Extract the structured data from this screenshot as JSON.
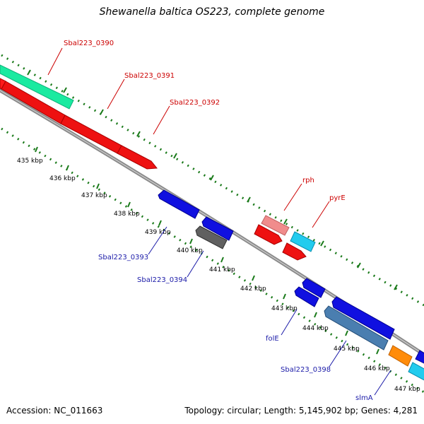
{
  "title": "Shewanella baltica OS223, complete genome",
  "footer": {
    "accession": "Accession: NC_011663",
    "summary": "Topology: circular; Length: 5,145,902 bp; Genes: 4,281"
  },
  "colors": {
    "backbone": "#8c8c8c",
    "tick_green": "#1a7a1a",
    "label_red": "#cc0000",
    "label_blue": "#1a1aa8"
  },
  "scale_labels": [
    "435 kbp",
    "436 kbp",
    "437 kbp",
    "438 kbp",
    "439 kbp",
    "440 kbp",
    "441 kbp",
    "442 kbp",
    "443 kbp",
    "444 kbp",
    "445 kbp",
    "446 kbp",
    "447 kbp"
  ],
  "gene_labels_top": [
    "Sbal223_0390",
    "Sbal223_0391",
    "Sbal223_0392",
    "rph",
    "pyrE"
  ],
  "gene_labels_bottom": [
    "Sbal223_0393",
    "Sbal223_0394",
    "folE",
    "Sbal223_0398",
    "slmA"
  ]
}
